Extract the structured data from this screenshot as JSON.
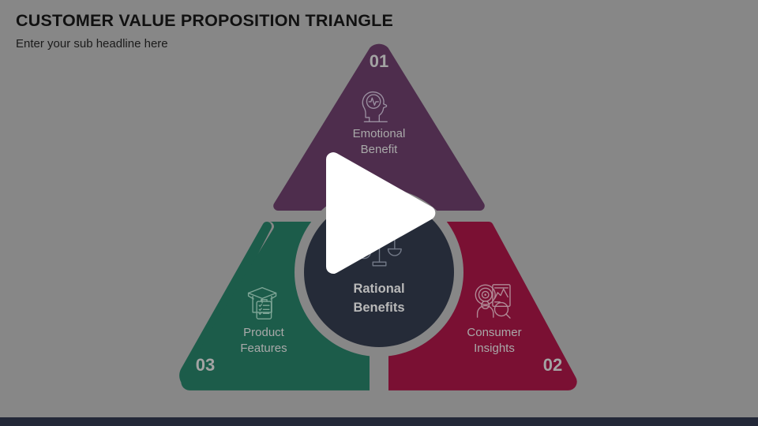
{
  "header": {
    "title": "CUSTOMER VALUE PROPOSITION TRIANGLE",
    "subtitle": "Enter your sub headline here"
  },
  "diagram": {
    "type": "triangle-3-segment",
    "background_color": "#878787",
    "segments": [
      {
        "number": "01",
        "label_line1": "Emotional",
        "label_line2": "Benefit",
        "color": "#4e2d4d",
        "position": "top",
        "icon": "head-pulse-icon"
      },
      {
        "number": "02",
        "label_line1": "Consumer",
        "label_line2": "Insights",
        "color": "#7a1033",
        "position": "bottom-right",
        "icon": "target-research-icon"
      },
      {
        "number": "03",
        "label_line1": "Product",
        "label_line2": "Features",
        "color": "#1c5c4a",
        "position": "bottom-left",
        "icon": "open-box-checklist-icon"
      }
    ],
    "core": {
      "label_line1": "Rational",
      "label_line2": "Benefits",
      "color": "#252b38",
      "ring_color": "#8a8a8a",
      "icon": "balance-scale-icon"
    }
  },
  "overlay": {
    "play_button_label": "play-video",
    "play_button_color": "#ffffff"
  },
  "bottom_bar": {
    "color": "#232838"
  }
}
